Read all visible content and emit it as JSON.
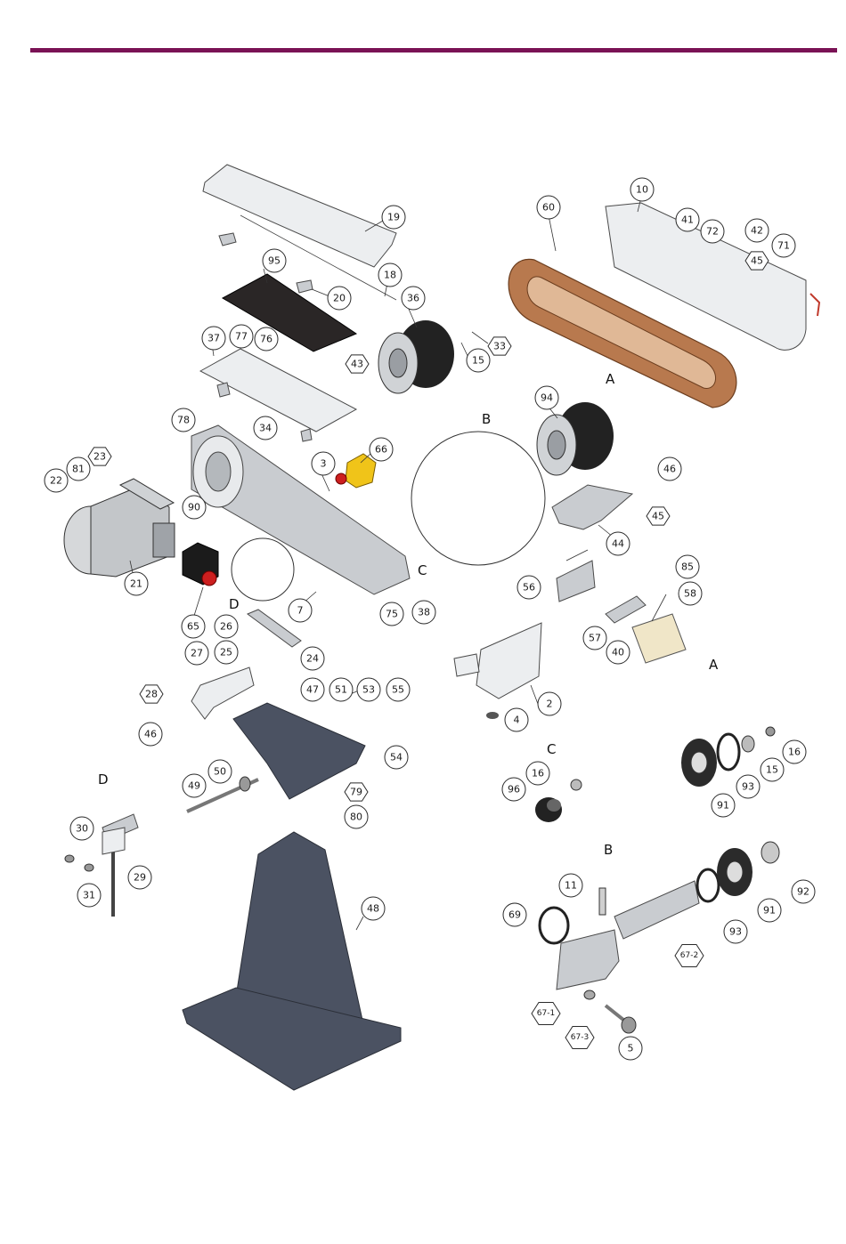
{
  "colors": {
    "header_rule": "#7a1255",
    "belt": "#b8794e",
    "switch": "#f0c419",
    "emergency_button": "#cc1f1f",
    "motor_switch": "#1b1b1b",
    "frame": "#c9ccd0",
    "stand": "#4b5262"
  },
  "section_labels": [
    "A",
    "B",
    "C",
    "D",
    "A",
    "B",
    "C",
    "D"
  ],
  "callouts": [
    "19",
    "95",
    "18",
    "20",
    "36",
    "33",
    "15",
    "37",
    "77",
    "76",
    "43",
    "78",
    "34",
    "3",
    "66",
    "60",
    "10",
    "41",
    "42",
    "72",
    "71",
    "45",
    "94",
    "A",
    "B",
    "22",
    "81",
    "23",
    "90",
    "21",
    "65",
    "7",
    "75",
    "38",
    "46",
    "45",
    "44",
    "56",
    "85",
    "57",
    "40",
    "58",
    "26",
    "25",
    "24",
    "27",
    "28",
    "46",
    "47",
    "51",
    "53",
    "55",
    "54",
    "2",
    "4",
    "50",
    "49",
    "79",
    "80",
    "48",
    "30",
    "29",
    "31",
    "16",
    "96",
    "91",
    "93",
    "15",
    "16",
    "92",
    "11",
    "69",
    "67-2",
    "91",
    "93",
    "67-1",
    "67-3",
    "5"
  ]
}
